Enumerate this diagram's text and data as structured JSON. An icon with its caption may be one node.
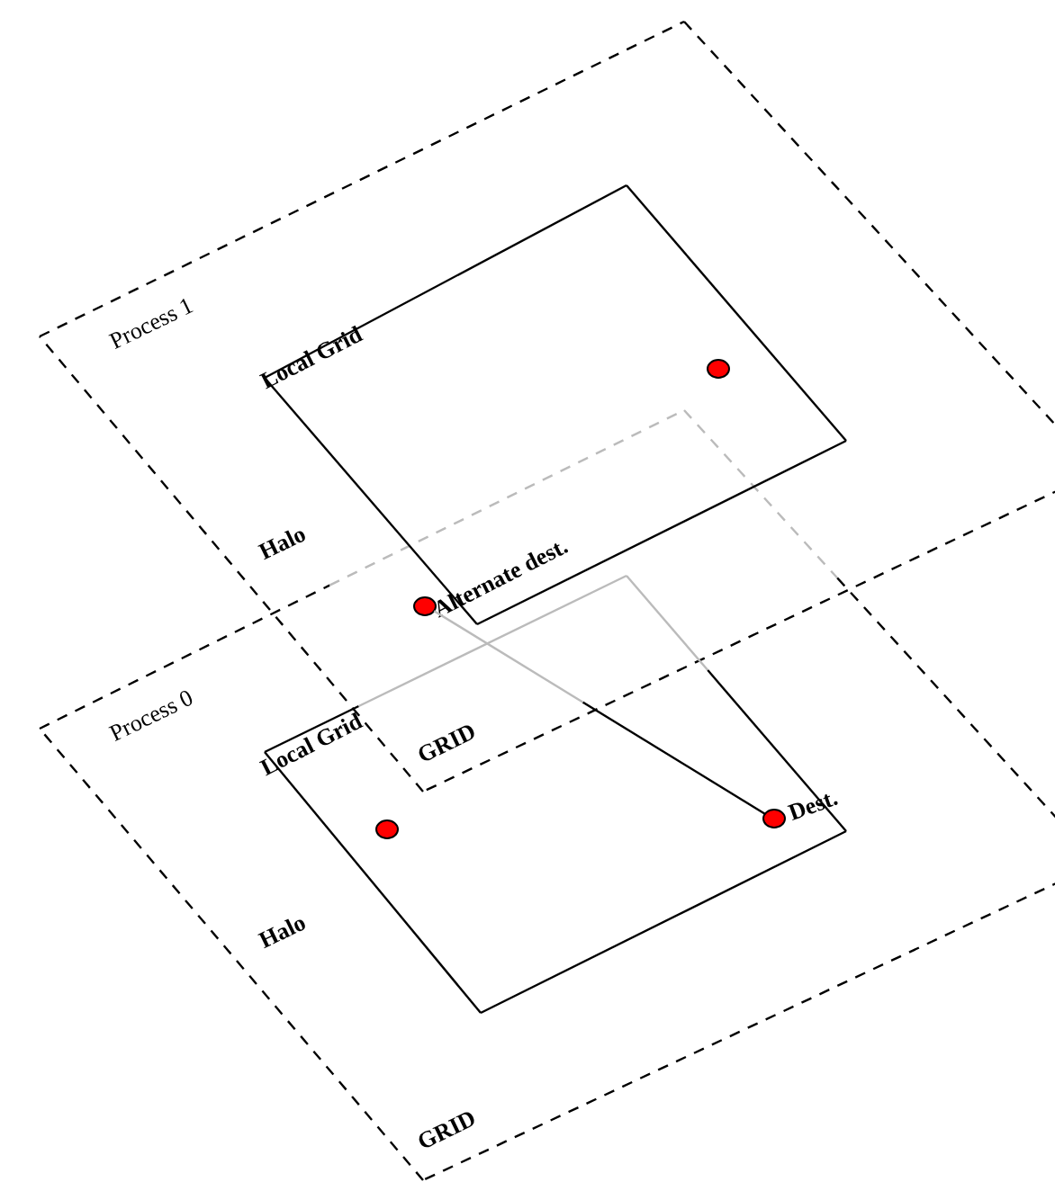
{
  "diagram": {
    "nodes": [
      {
        "text": [
          "Local Grid"
        ]
      },
      {
        "text": [],
        "shape": "circle",
        "in": 0
      },
      {
        "text": [],
        "shape": "circle",
        "beside": [
          "Alternate dest."
        ]
      },
      {
        "text": [
          "Local Grid"
        ]
      },
      {
        "text": [],
        "shape": "circle",
        "in": 3
      },
      {
        "text": [],
        "shape": "circle",
        "in": 3,
        "beside": [
          "Dest."
        ]
      }
    ],
    "edges": [
      {
        "from": 2,
        "to": 5,
        "arrow": "none"
      }
    ],
    "labels": [
      "Process 1",
      "Halo",
      "GRID",
      "Process 0",
      "Halo",
      "GRID"
    ]
  }
}
